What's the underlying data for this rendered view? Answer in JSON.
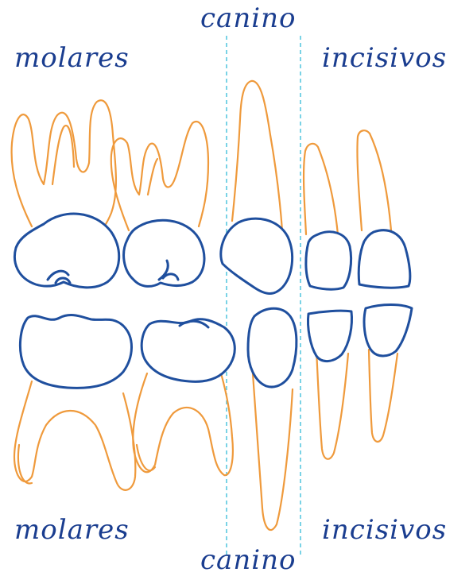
{
  "labels": {
    "top_canine": "canino",
    "top_molars": "molares",
    "top_incisors": "incisivos",
    "bottom_molars": "molares",
    "bottom_incisors": "incisivos",
    "bottom_canine": "canino"
  },
  "colors": {
    "root": "#ef9a3c",
    "crown": "#1f4f9e",
    "guide": "#5ac8e0",
    "text": "#1a3d8f"
  }
}
